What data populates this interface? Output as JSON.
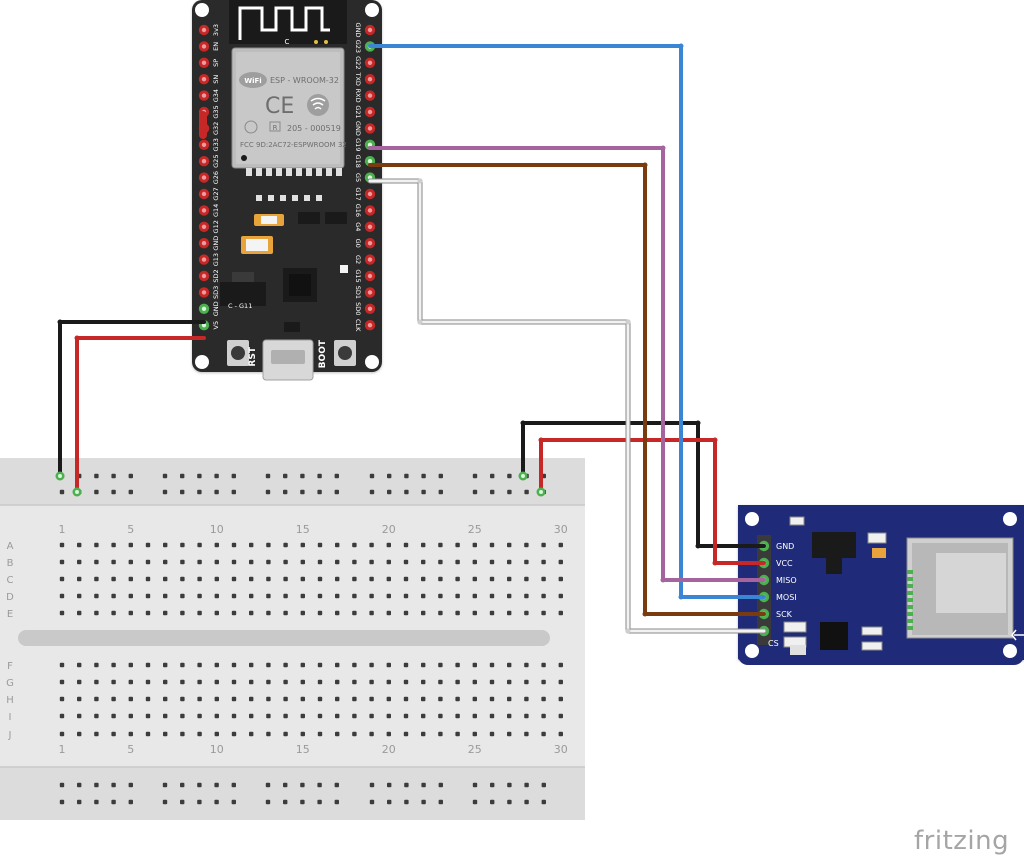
{
  "esp32": {
    "module_logo": "WiFi",
    "module_name": "ESP - WROOM-32",
    "cert_code": "205 - 000519",
    "fcc_text": "FCC 9D:2AC72-ESPWROOM 32",
    "antenna_mark": "C",
    "rst_label": "RST",
    "boot_label": "BOOT",
    "left_pins": [
      "3v3",
      "EN",
      "SP",
      "SN",
      "G34",
      "G35",
      "G32",
      "G33",
      "G25",
      "G26",
      "G27",
      "G14",
      "G12",
      "GND",
      "G13",
      "SD2",
      "SD3",
      "C - G11",
      "V5"
    ],
    "left_aux_labels": {
      "row17": "GND",
      "row18": "C - G11"
    },
    "right_pins": [
      "GND",
      "G23",
      "G22",
      "TXD",
      "RXD",
      "G21",
      "GND",
      "G19",
      "G18",
      "G5",
      "G17",
      "G16",
      "G4",
      "G0",
      "G2",
      "G15",
      "SD1",
      "SD0",
      "CLK"
    ]
  },
  "sd_module": {
    "pins": [
      "GND",
      "VCC",
      "MISO",
      "MOSI",
      "SCK",
      "CS"
    ]
  },
  "breadboard": {
    "row_letters": [
      "A",
      "B",
      "C",
      "D",
      "E",
      "F",
      "G",
      "H",
      "I",
      "J"
    ],
    "col_numbers": [
      "1",
      "5",
      "10",
      "15",
      "20",
      "25",
      "30"
    ]
  },
  "wires": [
    {
      "name": "GND",
      "color": "#1a1a1a"
    },
    {
      "name": "V5",
      "color": "#c62828"
    },
    {
      "name": "MOSI-G23",
      "color": "#3a86d4"
    },
    {
      "name": "MISO-G19",
      "color": "#a5649e"
    },
    {
      "name": "SCK-G18",
      "color": "#7a3b10"
    },
    {
      "name": "CS-G5",
      "color": "#cfcfcf"
    }
  ],
  "brand": "fritzing"
}
